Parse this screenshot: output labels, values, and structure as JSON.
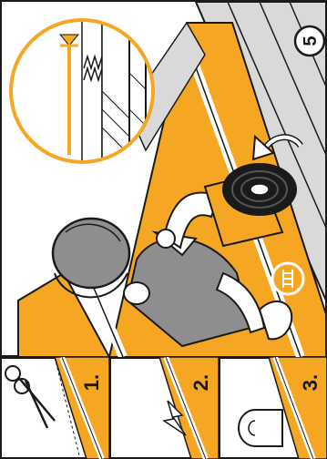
{
  "page": {
    "page_number": "5"
  },
  "colors": {
    "accent_orange": "#f5a623",
    "outline": "#1a1a1a",
    "wall_grey": "#d9d9d9",
    "background": "#ffffff"
  },
  "icons": {
    "detail_callout": "section-detail-icon",
    "rotate_arrow": "rotate-arrow-icon",
    "tape_roll": "tape-roll-icon",
    "ladder_badge": "ladder-icon",
    "scissors": "scissors-icon",
    "lightning": "lightning-icon"
  },
  "steps": [
    {
      "label": "1.",
      "icon": "scissors-icon"
    },
    {
      "label": "2.",
      "icon": "lightning-icon"
    },
    {
      "label": "3.",
      "icon": "tape-roll-icon"
    }
  ]
}
